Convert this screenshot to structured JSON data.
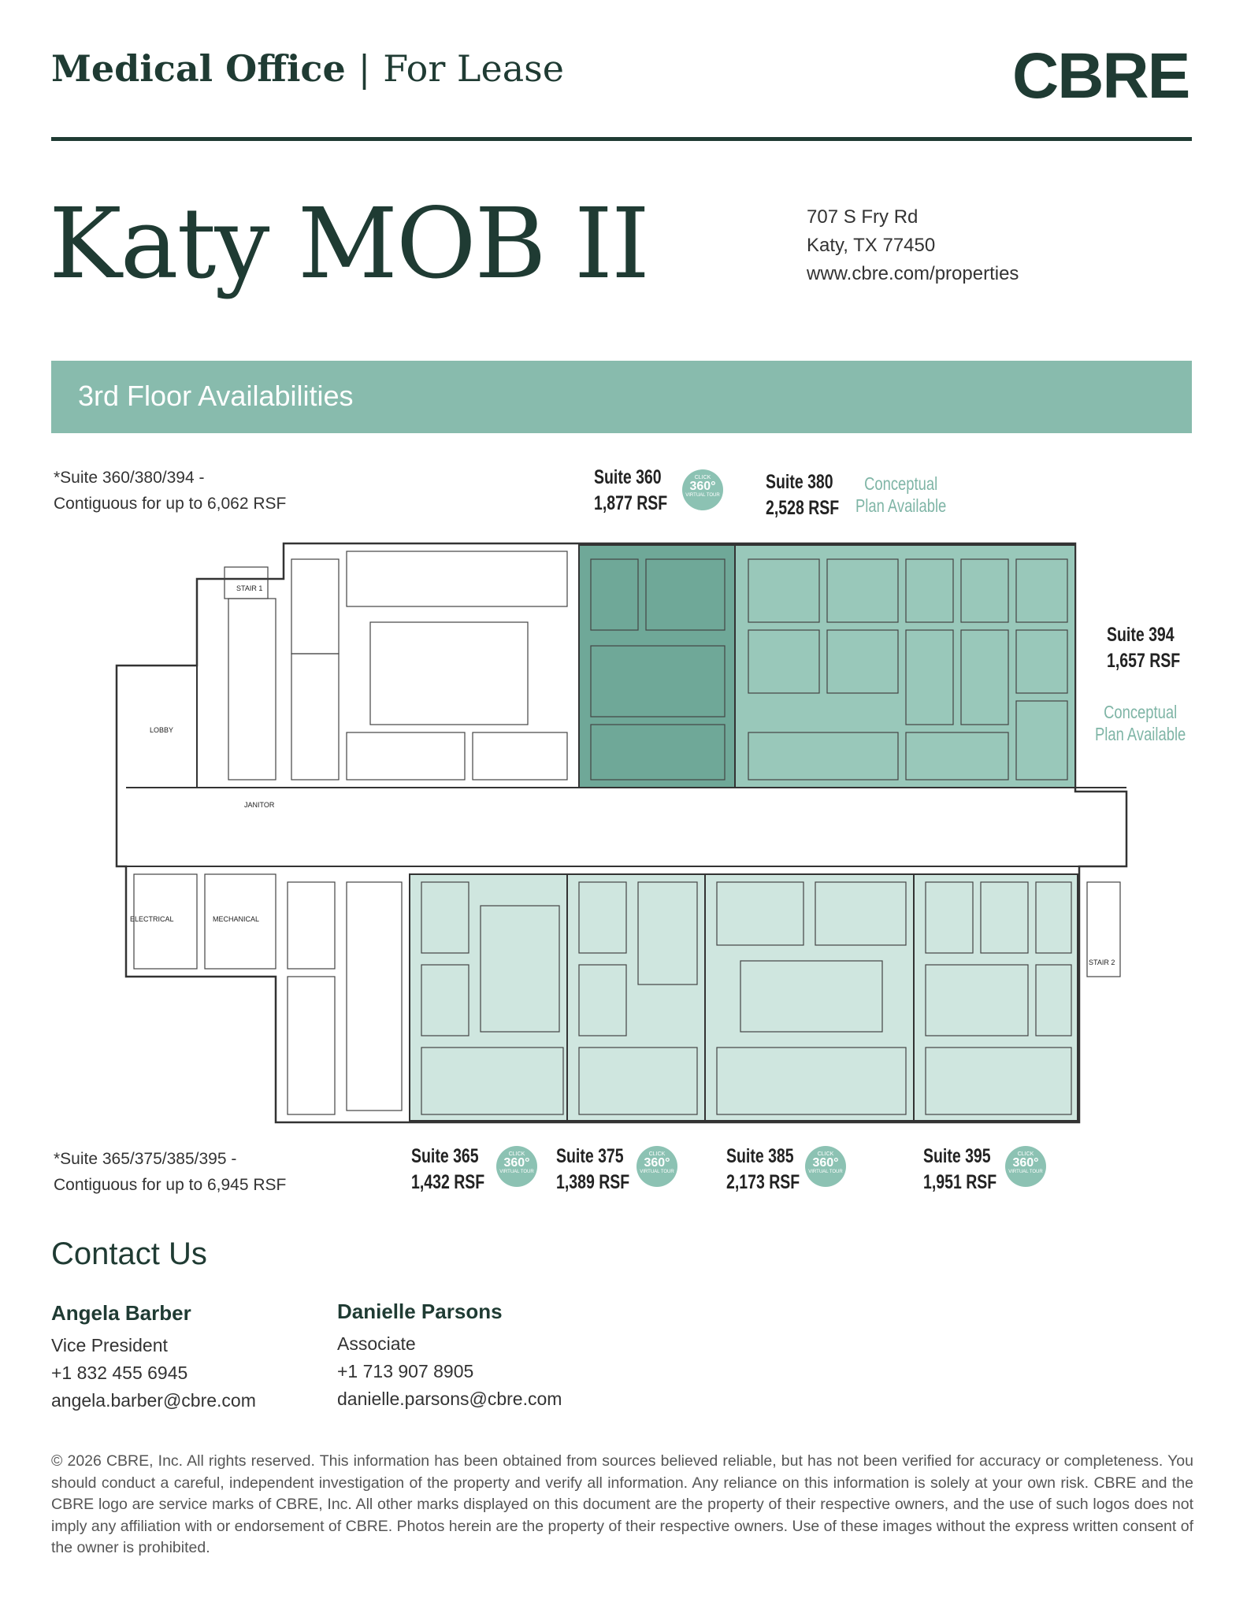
{
  "header": {
    "category": "Medical Office",
    "separator": "|",
    "status": "For Lease",
    "logo": "CBRE"
  },
  "property": {
    "title": "Katy MOB II",
    "address_line1": "707 S Fry Rd",
    "address_line2": "Katy, TX 77450",
    "website": "www.cbre.com/properties"
  },
  "banner": {
    "label": "3rd Floor Availabilities"
  },
  "notes": {
    "top_line1": "*Suite 360/380/394 -",
    "top_line2": "Contiguous for up to 6,062 RSF",
    "bottom_line1": "*Suite 365/375/385/395 -",
    "bottom_line2": "Contiguous for up to 6,945 RSF"
  },
  "suites": {
    "s360": {
      "name": "Suite 360",
      "size": "1,877 RSF"
    },
    "s380": {
      "name": "Suite 380",
      "size": "2,528 RSF"
    },
    "s394": {
      "name": "Suite 394",
      "size": "1,657 RSF"
    },
    "s365": {
      "name": "Suite 365",
      "size": "1,432 RSF"
    },
    "s375": {
      "name": "Suite 375",
      "size": "1,389 RSF"
    },
    "s385": {
      "name": "Suite 385",
      "size": "2,173 RSF"
    },
    "s395": {
      "name": "Suite 395",
      "size": "1,951 RSF"
    }
  },
  "conceptual": {
    "line1": "Conceptual",
    "line2": "Plan Available"
  },
  "badge": {
    "click": "CLICK",
    "deg": "360°",
    "sub": "VIRTUAL TOUR"
  },
  "plan_labels": {
    "lobby": "LOBBY",
    "stair1": "STAIR 1",
    "stair2": "STAIR 2",
    "electrical": "ELECTRICAL",
    "mechanical": "MECHANICAL",
    "janitor": "JANITOR"
  },
  "colors": {
    "suite_dark": "#6fa898",
    "suite_mid": "#99c8ba",
    "suite_light": "#cfe6df",
    "brand": "#1f3b33"
  },
  "contact": {
    "heading": "Contact Us",
    "people": [
      {
        "name": "Angela Barber",
        "title": "Vice President",
        "phone": "+1 832 455 6945",
        "email": "angela.barber@cbre.com"
      },
      {
        "name": "Danielle Parsons",
        "title": "Associate",
        "phone": "+1 713 907 8905",
        "email": "danielle.parsons@cbre.com"
      }
    ]
  },
  "disclaimer": "© 2026 CBRE, Inc. All rights reserved. This information has been obtained from sources believed reliable, but has not been verified for accuracy or completeness. You should conduct a careful, independent investigation of the property and verify all information. Any reliance on this information is solely at your own risk. CBRE and the CBRE logo are service marks of CBRE, Inc. All other marks displayed on this document are the property of their respective owners, and the use of such logos does not imply any affiliation with or endorsement of CBRE. Photos herein are the property of their respective owners. Use of these images without the express written consent of the owner is prohibited."
}
